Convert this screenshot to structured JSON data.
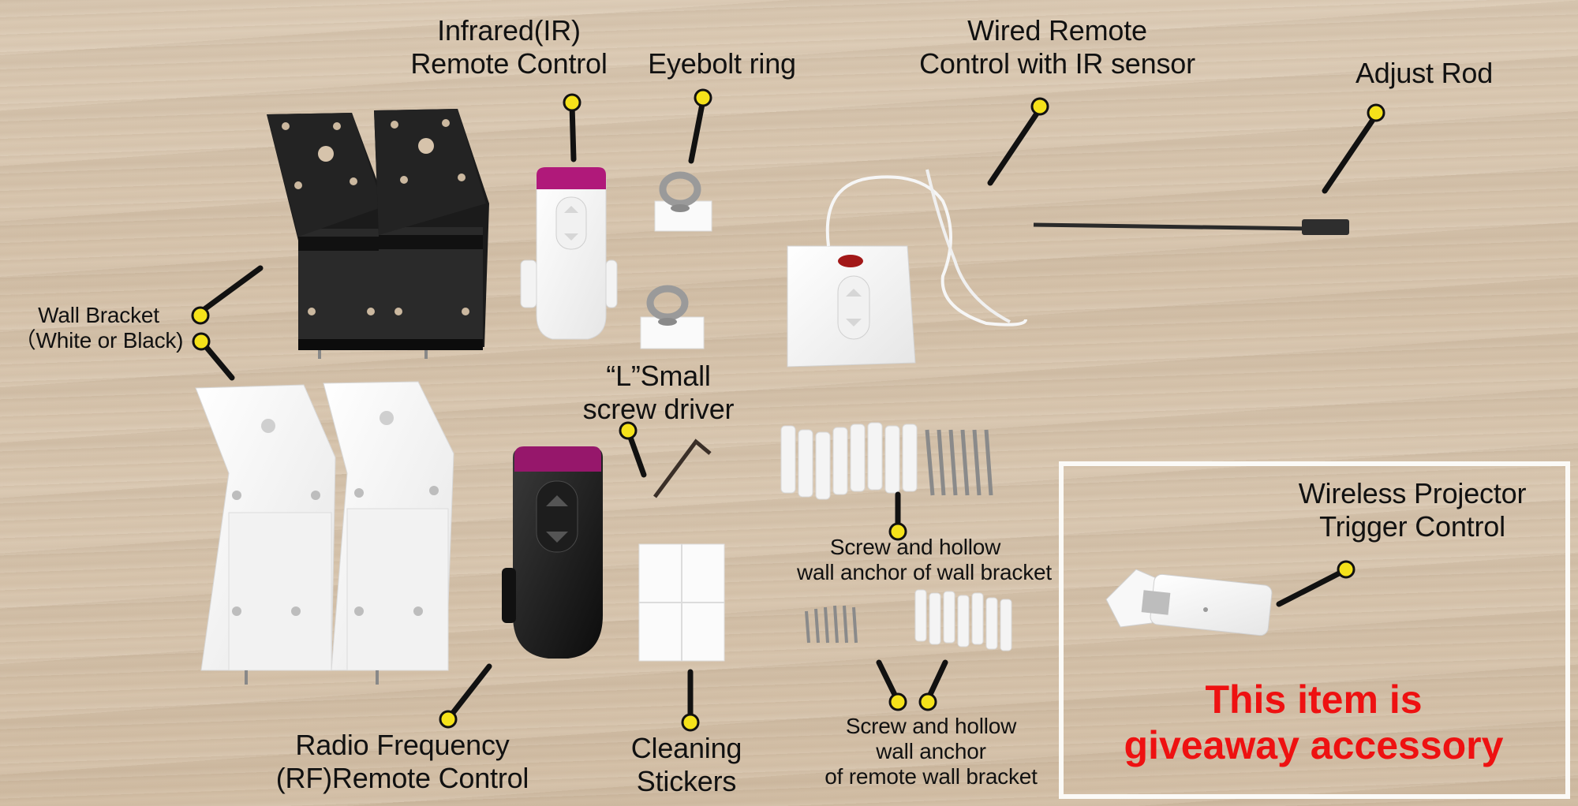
{
  "labels": {
    "ir_remote": [
      "Infrared(IR)",
      "Remote Control"
    ],
    "eyebolt": "Eyebolt ring",
    "wired_remote": [
      "Wired Remote",
      "Control with IR sensor"
    ],
    "adjust_rod": "Adjust Rod",
    "wall_bracket": [
      "Wall Bracket",
      "（White or Black)"
    ],
    "screwdriver": [
      "“L”Small",
      "screw driver"
    ],
    "screw_anchor_wall": [
      "Screw and hollow",
      "wall anchor of wall bracket"
    ],
    "wireless_trigger": [
      "Wireless Projector",
      "Trigger Control"
    ],
    "rf_remote": [
      "Radio Frequency",
      "(RF)Remote Control"
    ],
    "cleaning": [
      "Cleaning",
      "Stickers"
    ],
    "screw_anchor_remote": [
      "Screw and hollow",
      "wall anchor",
      "of remote wall bracket"
    ]
  },
  "giveaway": [
    "This item is",
    "giveaway accessory"
  ],
  "colors": {
    "marker_dot": "#f5e21a",
    "giveaway_text": "#ee1111",
    "box_border": "#fbfaf7"
  }
}
